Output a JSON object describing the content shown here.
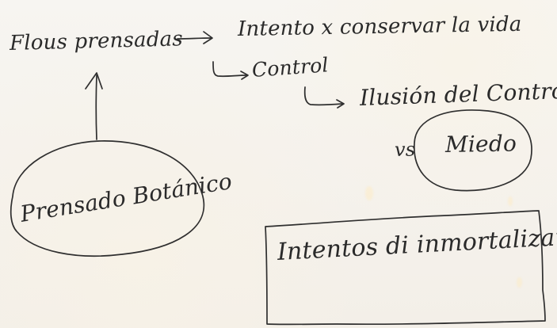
{
  "notes": {
    "flores_prensadas": "Flous prensadas",
    "intento_conservar_vida": "Intento x conservar la vida",
    "control": "Control",
    "ilusion_control": "Ilusión del Control",
    "vs": "vs",
    "miedo": "Miedo",
    "prensado_botanico": "Prensado Botánico",
    "intentos_inmortalizar": "Intentos di inmortalizar"
  }
}
